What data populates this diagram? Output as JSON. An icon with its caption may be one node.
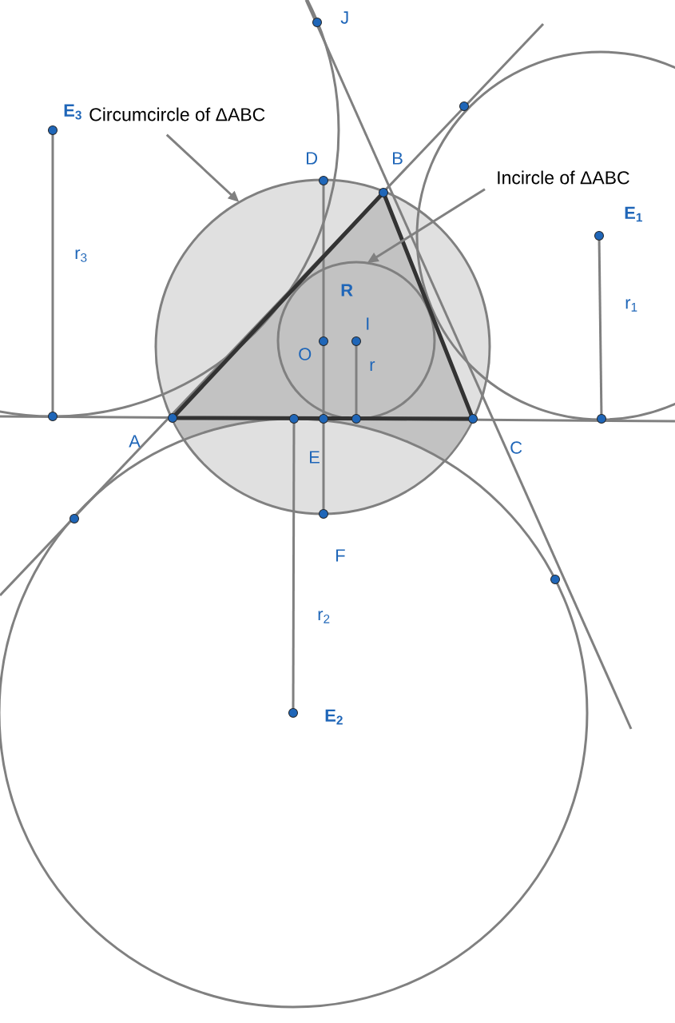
{
  "diagram": {
    "nodes": [
      {
        "text": [
          "Circumcircle of ΔABC"
        ]
      },
      {
        "text": [],
        "shape": "circle"
      },
      {
        "text": [
          "Incircle of ΔABC"
        ]
      },
      {
        "text": [],
        "shape": "circle",
        "in": 1
      }
    ],
    "edges": [
      {
        "from": 0,
        "to": 1,
        "arrow": "to"
      },
      {
        "from": 2,
        "to": 3,
        "arrow": "to"
      }
    ],
    "labels": [
      "J",
      "E$_{3}$",
      "D",
      "B",
      "E$_{1}$",
      "r$_{3}$",
      "R",
      "r$_{1}$",
      "I",
      "O",
      "r",
      "A",
      "E",
      "C",
      "F",
      "r$_{2}$",
      "E$_{2}$"
    ]
  }
}
